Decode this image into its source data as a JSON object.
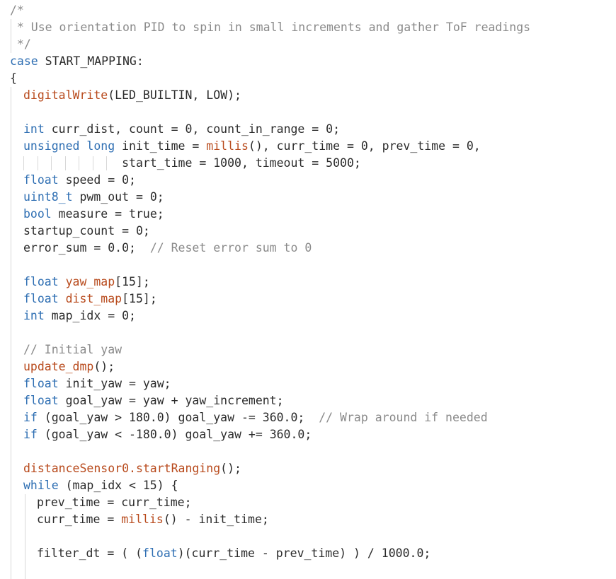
{
  "editor": {
    "colors": {
      "background": "#ffffff",
      "keyword": "#2f6fb3",
      "function": "#b84a1c",
      "comment": "#8a8a8a",
      "plain": "#2b2b2b",
      "indent_guide": "#d8d8d8"
    },
    "lines": [
      {
        "indent": 0,
        "tokens": [
          {
            "t": "/*",
            "c": "cm"
          }
        ]
      },
      {
        "indent": 0,
        "tokens": [
          {
            "t": " * Use orientation PID to spin in small increments and gather ToF readings",
            "c": "cm"
          }
        ]
      },
      {
        "indent": 0,
        "tokens": [
          {
            "t": " */",
            "c": "cm"
          }
        ]
      },
      {
        "indent": 0,
        "tokens": [
          {
            "t": "case",
            "c": "kw"
          },
          {
            "t": " START_MAPPING:",
            "c": "pl"
          }
        ]
      },
      {
        "indent": 0,
        "tokens": [
          {
            "t": "{",
            "c": "pl"
          }
        ]
      },
      {
        "indent": 1,
        "tokens": [
          {
            "t": "digitalWrite",
            "c": "fn"
          },
          {
            "t": "(LED_BUILTIN, LOW);",
            "c": "pl"
          }
        ]
      },
      {
        "indent": 1,
        "tokens": []
      },
      {
        "indent": 1,
        "tokens": [
          {
            "t": "int",
            "c": "kw"
          },
          {
            "t": " curr_dist, count = 0, count_in_range = 0;",
            "c": "pl"
          }
        ]
      },
      {
        "indent": 1,
        "tokens": [
          {
            "t": "unsigned long",
            "c": "kw"
          },
          {
            "t": " init_time = ",
            "c": "pl"
          },
          {
            "t": "millis",
            "c": "fn"
          },
          {
            "t": "(), curr_time = 0, prev_time = 0,",
            "c": "pl"
          }
        ]
      },
      {
        "indent": 1,
        "tokens": [
          {
            "t": "              start_time = 1000, timeout = 5000;",
            "c": "pl"
          }
        ]
      },
      {
        "indent": 1,
        "tokens": [
          {
            "t": "float",
            "c": "kw"
          },
          {
            "t": " speed = 0;",
            "c": "pl"
          }
        ]
      },
      {
        "indent": 1,
        "tokens": [
          {
            "t": "uint8_t",
            "c": "kw"
          },
          {
            "t": " pwm_out = 0;",
            "c": "pl"
          }
        ]
      },
      {
        "indent": 1,
        "tokens": [
          {
            "t": "bool",
            "c": "kw"
          },
          {
            "t": " measure = true;",
            "c": "pl"
          }
        ]
      },
      {
        "indent": 1,
        "tokens": [
          {
            "t": "startup_count = 0;",
            "c": "pl"
          }
        ]
      },
      {
        "indent": 1,
        "tokens": [
          {
            "t": "error_sum = 0.0;  ",
            "c": "pl"
          },
          {
            "t": "// Reset error sum to 0",
            "c": "cm"
          }
        ]
      },
      {
        "indent": 1,
        "tokens": []
      },
      {
        "indent": 1,
        "tokens": [
          {
            "t": "float",
            "c": "kw"
          },
          {
            "t": " ",
            "c": "pl"
          },
          {
            "t": "yaw_map",
            "c": "fn"
          },
          {
            "t": "[15];",
            "c": "pl"
          }
        ]
      },
      {
        "indent": 1,
        "tokens": [
          {
            "t": "float",
            "c": "kw"
          },
          {
            "t": " ",
            "c": "pl"
          },
          {
            "t": "dist_map",
            "c": "fn"
          },
          {
            "t": "[15];",
            "c": "pl"
          }
        ]
      },
      {
        "indent": 1,
        "tokens": [
          {
            "t": "int",
            "c": "kw"
          },
          {
            "t": " map_idx = 0;",
            "c": "pl"
          }
        ]
      },
      {
        "indent": 1,
        "tokens": []
      },
      {
        "indent": 1,
        "tokens": [
          {
            "t": "// Initial yaw",
            "c": "cm"
          }
        ]
      },
      {
        "indent": 1,
        "tokens": [
          {
            "t": "update_dmp",
            "c": "fn"
          },
          {
            "t": "();",
            "c": "pl"
          }
        ]
      },
      {
        "indent": 1,
        "tokens": [
          {
            "t": "float",
            "c": "kw"
          },
          {
            "t": " init_yaw = yaw;",
            "c": "pl"
          }
        ]
      },
      {
        "indent": 1,
        "tokens": [
          {
            "t": "float",
            "c": "kw"
          },
          {
            "t": " goal_yaw = yaw + yaw_increment;",
            "c": "pl"
          }
        ]
      },
      {
        "indent": 1,
        "tokens": [
          {
            "t": "if",
            "c": "kw"
          },
          {
            "t": " (goal_yaw > 180.0) goal_yaw -= 360.0;  ",
            "c": "pl"
          },
          {
            "t": "// Wrap around if needed",
            "c": "cm"
          }
        ]
      },
      {
        "indent": 1,
        "tokens": [
          {
            "t": "if",
            "c": "kw"
          },
          {
            "t": " (goal_yaw < -180.0) goal_yaw += 360.0;",
            "c": "pl"
          }
        ]
      },
      {
        "indent": 1,
        "tokens": []
      },
      {
        "indent": 1,
        "tokens": [
          {
            "t": "distanceSensor0.startRanging",
            "c": "fn"
          },
          {
            "t": "();",
            "c": "pl"
          }
        ]
      },
      {
        "indent": 1,
        "tokens": [
          {
            "t": "while",
            "c": "kw"
          },
          {
            "t": " (map_idx < 15) {",
            "c": "pl"
          }
        ]
      },
      {
        "indent": 2,
        "tokens": [
          {
            "t": "prev_time = curr_time;",
            "c": "pl"
          }
        ]
      },
      {
        "indent": 2,
        "tokens": [
          {
            "t": "curr_time = ",
            "c": "pl"
          },
          {
            "t": "millis",
            "c": "fn"
          },
          {
            "t": "() - init_time;",
            "c": "pl"
          }
        ]
      },
      {
        "indent": 2,
        "tokens": []
      },
      {
        "indent": 2,
        "tokens": [
          {
            "t": "filter_dt = ( (",
            "c": "pl"
          },
          {
            "t": "float",
            "c": "kw"
          },
          {
            "t": ")(curr_time - prev_time) ) / 1000.0;",
            "c": "pl"
          }
        ]
      },
      {
        "indent": 2,
        "tokens": []
      }
    ]
  }
}
